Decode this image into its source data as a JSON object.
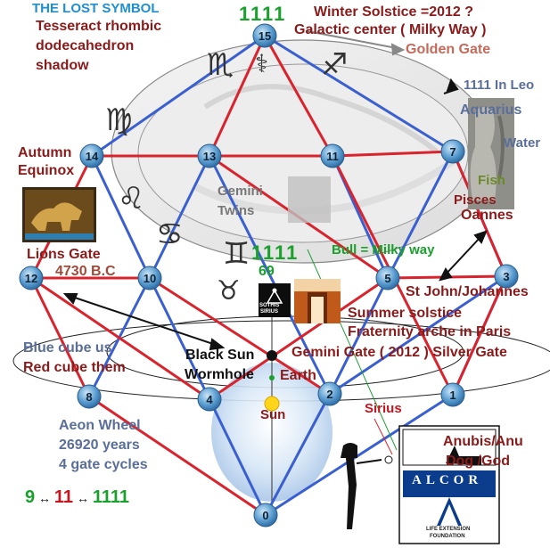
{
  "title": "THE LOST SYMBOL",
  "subtitle_lines": [
    "Tesseract rhombic",
    "dodecahedron",
    "shadow"
  ],
  "top_number": "1111",
  "winter": {
    "line1": "Winter Solstice =2012 ?",
    "line2": "Galactic center ( Milky Way )"
  },
  "golden_gate": "Golden Gate",
  "in_leo": "1111 In Leo",
  "aquarius": "Aquarius",
  "water": "Water",
  "fish": "Fish",
  "pisces": "Pisces",
  "oannes": "Oannes",
  "autumn": [
    "Autumn",
    "Equinox"
  ],
  "gemini_twins": [
    "Gemini",
    "Twins"
  ],
  "center_1111": "1111",
  "center_69": "69",
  "bull": "Bull = Milky way",
  "lions_gate": [
    "Lions Gate",
    "4730 B.C"
  ],
  "st_john": "St John/Johannes",
  "summer": [
    "Summer solstice",
    "Fraternity arche in Paris"
  ],
  "blue_cube": "Blue cube us",
  "red_cube": "Red cube them",
  "black_sun": [
    "Black Sun",
    "Wormhole"
  ],
  "earth": "Earth",
  "gemini_gate": "Gemini Gate ( 2012 ) Silver Gate",
  "sun": "Sun",
  "sirius": "Sirius",
  "aeon": [
    "Aeon Wheel",
    "26920 years",
    "4 gate cycles"
  ],
  "anubis": [
    "Anubis/Anu",
    "Dog /God"
  ],
  "sothis": [
    "SOTHIS",
    "SIRIUS"
  ],
  "bottom_seq": [
    "9",
    "11",
    "1111"
  ],
  "alcor": "ALCOR",
  "alcor_sub": [
    "LIFE EXTENSION",
    "FOUNDATION"
  ],
  "nodes": [
    "15",
    "14",
    "13",
    "11",
    "7",
    "12",
    "10",
    "5",
    "3",
    "8",
    "4",
    "2",
    "1",
    "0"
  ],
  "zodiac_icons": [
    "scorpio-icon",
    "virgo-icon",
    "leo-icon",
    "cancer-icon",
    "gemini-icon",
    "sagittarius-icon",
    "taurus-icon"
  ],
  "colors": {
    "red_cube": "#d9232d",
    "blue_cube": "#3a5fd0",
    "node": "#4a90c8",
    "title_blue": "#1f8fd0",
    "label_red": "#8b1a1a"
  }
}
